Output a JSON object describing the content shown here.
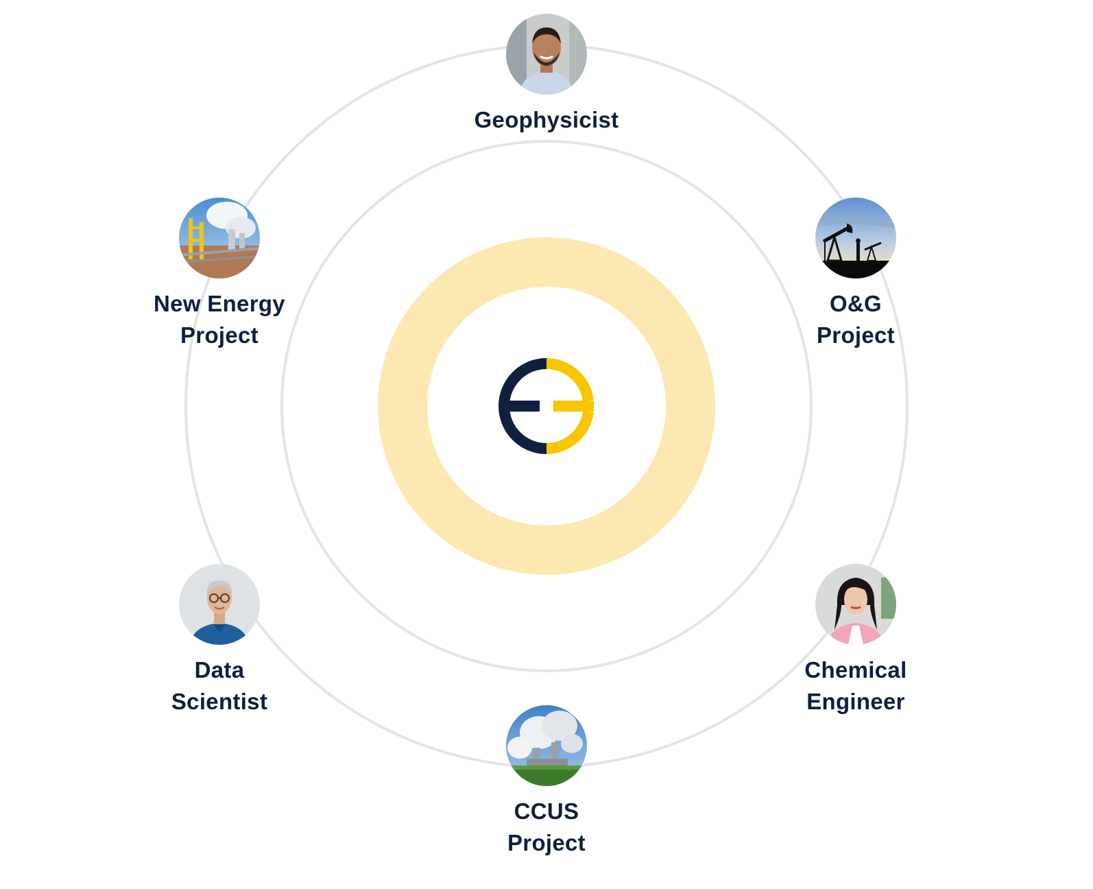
{
  "brand": {
    "logo_icon": "eg-monogram-logo",
    "colors": {
      "navy": "#0f1f3d",
      "yellow": "#f7c600",
      "ring_yellow": "#fde8b1",
      "orbit_gray": "#e4e4e4"
    }
  },
  "nodes": {
    "geophysicist": {
      "lines": [
        "Geophysicist"
      ],
      "image": "smiling-man-photo"
    },
    "og_project": {
      "lines": [
        "O&G",
        "Project"
      ],
      "image": "oil-pumpjacks-photo"
    },
    "chemical_engineer": {
      "lines": [
        "Chemical",
        "Engineer"
      ],
      "image": "woman-portrait-photo"
    },
    "ccus_project": {
      "lines": [
        "CCUS",
        "Project"
      ],
      "image": "power-plant-photo"
    },
    "data_scientist": {
      "lines": [
        "Data",
        "Scientist"
      ],
      "image": "older-man-portrait-photo"
    },
    "new_energy_project": {
      "lines": [
        "New Energy",
        "Project"
      ],
      "image": "industrial-facility-photo"
    }
  }
}
